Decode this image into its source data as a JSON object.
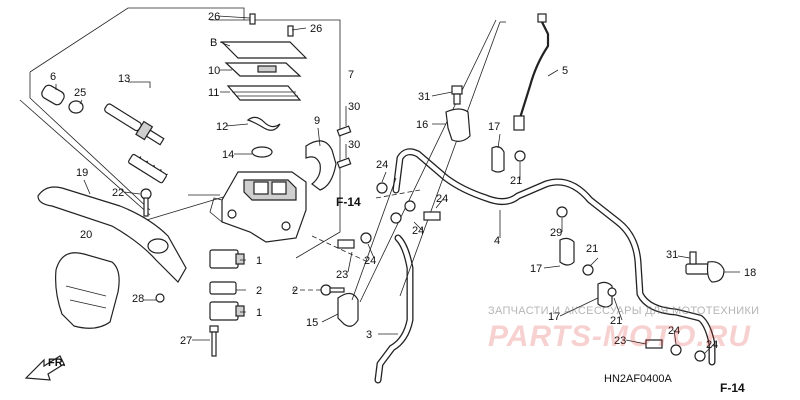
{
  "diagram": {
    "code": "HN2AF0400A",
    "front_label": "FR.",
    "ref_label": "F-14",
    "callouts": {
      "c26a": "26",
      "c26b": "26",
      "cB": "B",
      "c10": "10",
      "c11": "11",
      "c7": "7",
      "c13": "13",
      "c6": "6",
      "c25": "25",
      "c12": "12",
      "c14": "14",
      "c9": "9",
      "c30a": "30",
      "c30b": "30",
      "c19": "19",
      "c22": "22",
      "c20": "20",
      "c1a": "1",
      "c2a": "2",
      "c1b": "1",
      "c28": "28",
      "c27": "27",
      "c2b": "2",
      "c15": "15",
      "c3": "3",
      "c23a": "23",
      "c24a": "24",
      "c24b": "24",
      "c24c": "24",
      "c24d": "24",
      "c31a": "31",
      "c16": "16",
      "c5": "5",
      "c17a": "17",
      "c21a": "21",
      "c4": "4",
      "c29": "29",
      "c21b": "21",
      "c17b": "17",
      "c31b": "31",
      "c18": "18",
      "c17c": "17",
      "c21c": "21",
      "c23b": "23",
      "c24e": "24",
      "c24f": "24"
    },
    "colors": {
      "line": "#222222",
      "watermark_red": "#dc2828"
    }
  },
  "watermark": {
    "line1": "ЗАПЧАСТИ И АКСЕССУАРЫ ДЛЯ МОТОТЕХНИКИ",
    "line2": "PARTS-MOTO.RU"
  }
}
